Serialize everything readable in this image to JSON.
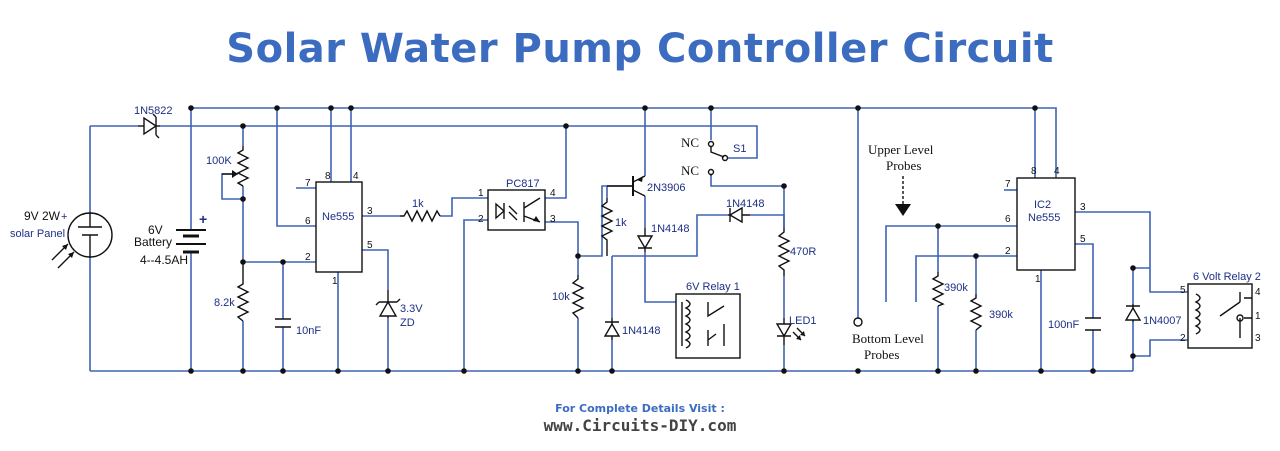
{
  "title": "Solar Water Pump Controller Circuit",
  "footer": {
    "label": "For Complete Details Visit :",
    "url": "www.Circuits-DIY.com"
  },
  "components": {
    "diode_d1": "1N5822",
    "solar_rating": "9V 2W",
    "solar_name": "solar Panel",
    "battery_voltage": "6V",
    "battery_name": "Battery",
    "battery_capacity": "4--4.5AH",
    "pot": "100K",
    "r_8k2": "8.2k",
    "c_10nf": "10nF",
    "ic1": "Ne555",
    "r_1k_a": "1k",
    "zener_value": "3.3V",
    "zener_name": "ZD",
    "opto": "PC817",
    "r_10k": "10k",
    "transistor": "2N3906",
    "r_1k_b": "1k",
    "diode_1n4148_a": "1N4148",
    "diode_1n4148_b": "1N4148",
    "diode_1n4148_c": "1N4148",
    "relay1": "6V Relay 1",
    "nc_top": "NC",
    "nc_bottom": "NC",
    "switch": "S1",
    "r_470": "470R",
    "led": "LED1",
    "upper_probes_line1": "Upper Level",
    "upper_probes_line2": "Probes",
    "bottom_probes_line1": "Bottom Level",
    "bottom_probes_line2": "Probes",
    "ic2_ref": "IC2",
    "ic2": "Ne555",
    "r_390k_a": "390k",
    "r_390k_b": "390k",
    "c_100nf": "100nF",
    "diode_1n4007": "1N4007",
    "relay2": "6 Volt Relay 2"
  },
  "pins": {
    "ic1": [
      "8",
      "4",
      "7",
      "6",
      "3",
      "2",
      "5",
      "1"
    ],
    "ic2": [
      "8",
      "4",
      "7",
      "6",
      "3",
      "2",
      "5",
      "1"
    ],
    "opto": [
      "1",
      "2",
      "4",
      "3"
    ],
    "relay2": [
      "5",
      "4",
      "1",
      "2",
      "3"
    ],
    "plus_sign": "+"
  }
}
